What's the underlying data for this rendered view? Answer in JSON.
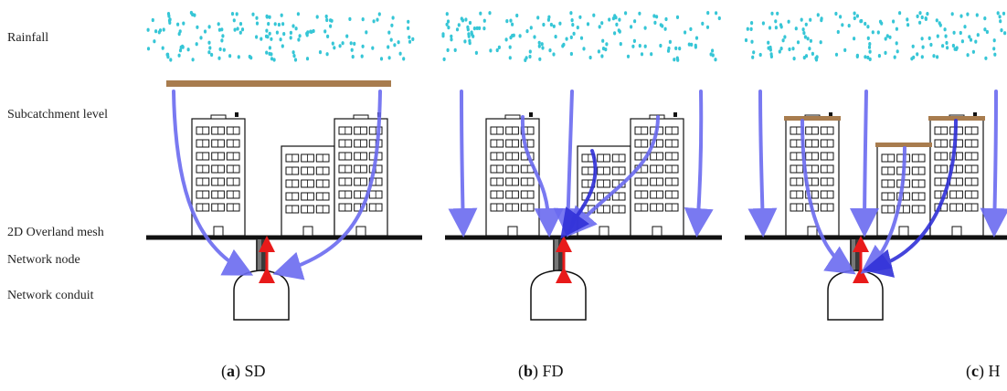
{
  "row_labels": {
    "rainfall": "Rainfall",
    "subcatchment": "Subcatchment level",
    "overland": "2D Overland mesh",
    "node": "Network node",
    "conduit": "Network conduit"
  },
  "panels": [
    {
      "letter": "a",
      "name": "SD"
    },
    {
      "letter": "b",
      "name": "FD"
    },
    {
      "letter": "c",
      "name": "H"
    }
  ],
  "colors": {
    "rain": "#36c6d6",
    "roof": "#a87c4e",
    "flow": "#6b6bf0",
    "flow_dark": "#3030d8",
    "exchange": "#e81a1a",
    "ground": "#111111"
  }
}
